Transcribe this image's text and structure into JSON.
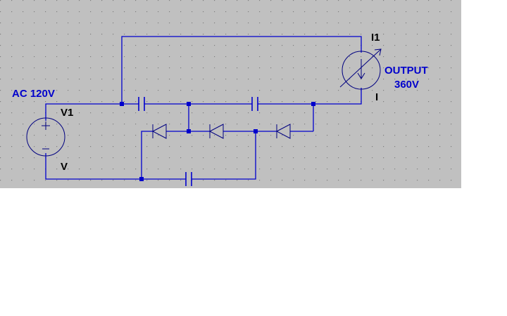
{
  "colors": {
    "background": "#c0c0c0",
    "grid_dot": "#808080",
    "wire": "#0000cc",
    "component": "#000080",
    "page": "#ffffff"
  },
  "labels": {
    "source_value": "AC 120V",
    "source_name": "V1",
    "source_node": "V",
    "meter_name": "I1",
    "meter_node": "I",
    "output_line1": "OUTPUT",
    "output_line2": "360V"
  },
  "icons": {
    "voltage_source": "ac-voltage-source-icon",
    "current_meter": "current-source-icon",
    "capacitor": "capacitor-icon",
    "diode": "diode-icon"
  }
}
